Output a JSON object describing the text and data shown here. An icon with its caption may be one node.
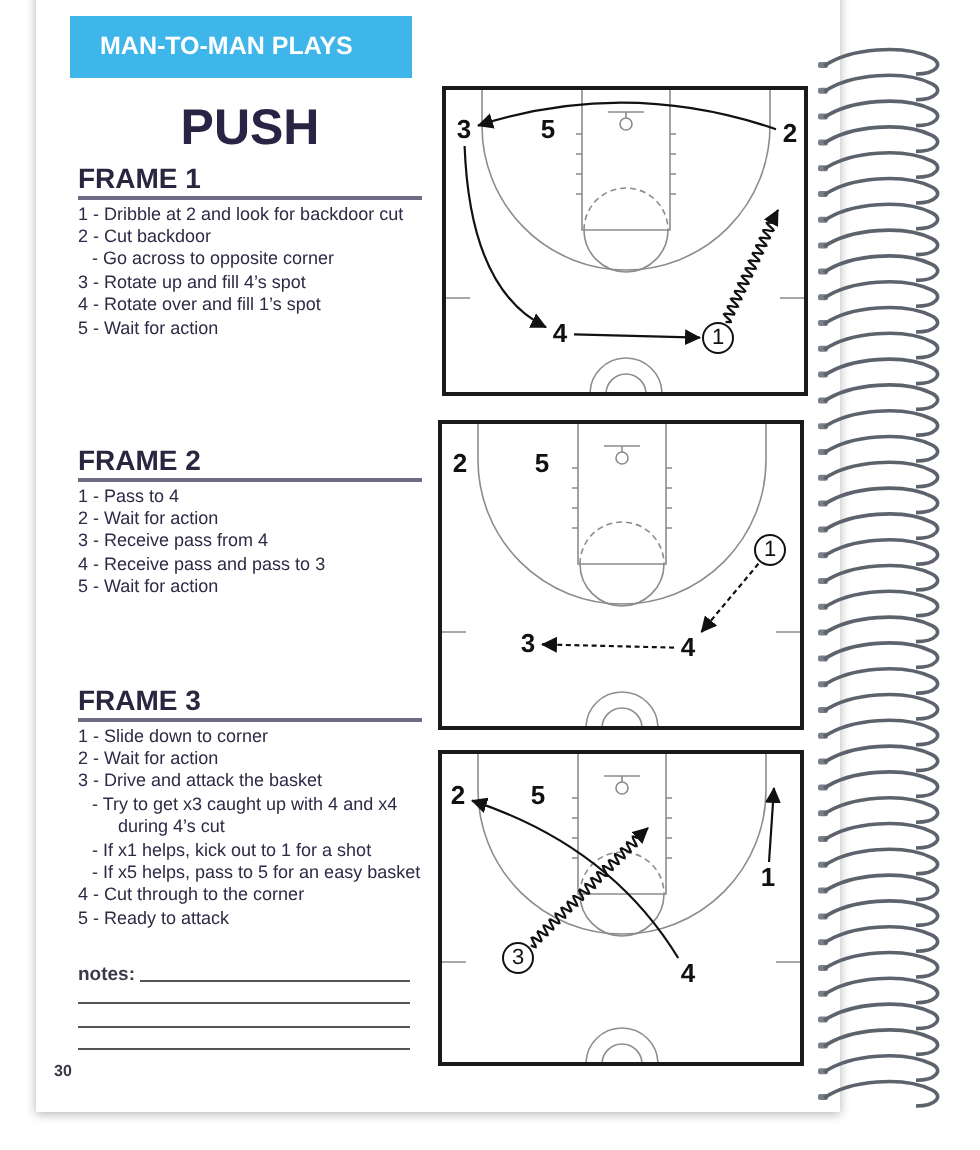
{
  "diagram": {
    "title": "PUSH",
    "nodes": [
      {
        "text": [
          "MAN-TO-MAN PLAYS"
        ]
      },
      {
        "text": [],
        "shape": "box"
      },
      {
        "text": [
          "3"
        ],
        "in": 1
      },
      {
        "text": [
          "5"
        ],
        "in": 1
      },
      {
        "text": [
          "2"
        ],
        "in": 1
      },
      {
        "text": [
          "4"
        ],
        "in": 1
      },
      {
        "text": [
          "1"
        ],
        "in": 1
      },
      {
        "text": [],
        "shape": "box"
      },
      {
        "text": [
          "2"
        ],
        "in": 7
      },
      {
        "text": [
          "5"
        ],
        "in": 7
      },
      {
        "text": [
          "1"
        ],
        "in": 7
      },
      {
        "text": [
          "3"
        ],
        "in": 7
      },
      {
        "text": [
          "4"
        ],
        "in": 7
      },
      {
        "text": [],
        "shape": "box"
      },
      {
        "text": [
          "2"
        ],
        "in": 13
      },
      {
        "text": [
          "5"
        ],
        "in": 13
      },
      {
        "text": [
          "1"
        ],
        "in": 13
      },
      {
        "text": [
          "3"
        ],
        "in": 13
      },
      {
        "text": [
          "4"
        ],
        "in": 13
      }
    ],
    "edges": [
      {
        "from": 4,
        "to": 2,
        "arrow": "to"
      },
      {
        "from": 2,
        "to": 5,
        "arrow": "to"
      },
      {
        "from": 5,
        "to": 6,
        "arrow": "to"
      },
      {
        "from": 6,
        "to": null,
        "arrow": "to"
      },
      {
        "from": 10,
        "to": 12,
        "arrow": "to",
        "style": "dashed"
      },
      {
        "from": 12,
        "to": 11,
        "arrow": "to",
        "style": "dashed"
      },
      {
        "from": 18,
        "to": 14,
        "arrow": "to"
      },
      {
        "from": 17,
        "to": null,
        "arrow": "to"
      },
      {
        "from": 16,
        "to": null,
        "arrow": "to"
      }
    ],
    "labels": [
      "FRAME 1",
      "1 - Dribble at 2 and look for backdoor cut",
      "2 - Cut backdoor",
      "- Go across to opposite corner",
      "3 - Rotate up and fill 4’s spot",
      "4 - Rotate over and fill 1’s spot",
      "5 - Wait for action",
      "FRAME 2",
      "1 - Pass to 4",
      "2 - Wait for action",
      "3 - Receive pass from 4",
      "4 - Receive pass and pass to 3",
      "5 - Wait for action",
      "FRAME 3",
      "1 - Slide down to corner",
      "2 - Wait for action",
      "3 - Drive and attack the basket",
      "- Try to get x3 caught up with 4 and x4 during 4’s cut",
      "- If x1 helps, kick out to 1 for a shot",
      "- If x5 helps, pass to 5 for an easy basket",
      "4 - Cut through to the corner",
      "5 - Ready to attack",
      "notes:",
      "30"
    ]
  }
}
